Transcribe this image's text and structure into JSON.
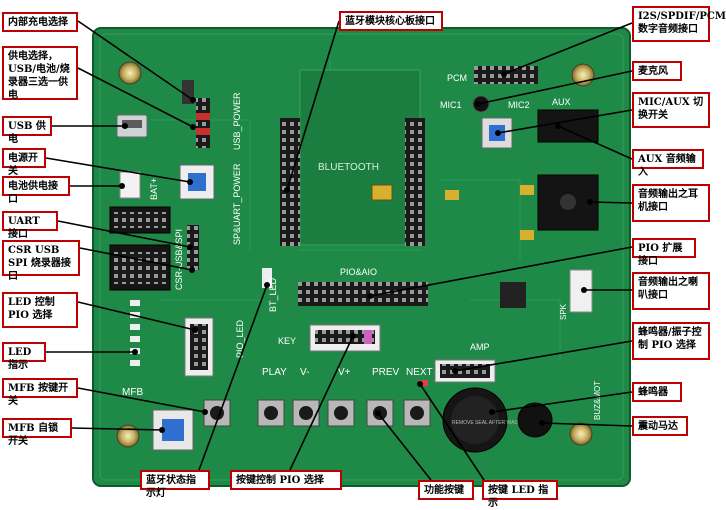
{
  "callouts": {
    "inner_charge": "内部充电选择",
    "power_select": "供电选择，USB/电池/烧录器三选一供电",
    "usb_power": "USB 供电",
    "power_switch": "电源开关",
    "battery_port": "电池供电接口",
    "uart_port": "UART 接口",
    "csr_usb_spi": "CSR USB SPI 烧录器接口",
    "led_pio": "LED 控制 PIO 选择",
    "led_indicator": "LED 指示",
    "mfb_key": "MFB 按键开关",
    "mfb_lock": "MFB 自锁开关",
    "bt_led": "蓝牙状态指示灯",
    "key_pio": "按键控制 PIO 选择",
    "func_key": "功能按键",
    "key_led": "按键 LED 指示",
    "bt_core": "蓝牙模块核心板接口",
    "i2s_port": "I2S/SPDIF/PCM 数字音频接口",
    "mic": "麦克风",
    "mic_aux": "MIC/AUX 切换开关",
    "aux_in": "AUX 音频输入",
    "headphone_out": "音频输出之耳机接口",
    "pio_ext": "PIO 扩展接口",
    "speaker_out": "音频输出之喇叭接口",
    "buzzer_pio": "蜂鸣器/振子控制 PIO 选择",
    "buzzer": "蜂鸣器",
    "vibration_motor": "震动马达"
  },
  "silkscreen": {
    "bluetooth": "BLUETOOTH",
    "usb_power": "USB_POWER",
    "sp_uart_power": "SP&UART_POWER",
    "bat": "BAT+",
    "csr_usb": "CSR-USB&SPI",
    "bt_led": "BT_LED",
    "pio_led": "PIO_LED",
    "pio_aio": "PIO&AIO",
    "key": "KEY",
    "play": "PLAY",
    "vminus": "V-",
    "vplus": "V+",
    "prev": "PREV",
    "next": "NEXT",
    "mfb": "MFB",
    "pcm": "PCM",
    "mic1": "MIC1",
    "mic2": "MIC2",
    "aux": "AUX",
    "amp": "AMP",
    "buz_mot": "BUZ&MOT",
    "spk": "SPK",
    "buzzer_cap": "REMOVE SEAL AFTER WASHING"
  }
}
